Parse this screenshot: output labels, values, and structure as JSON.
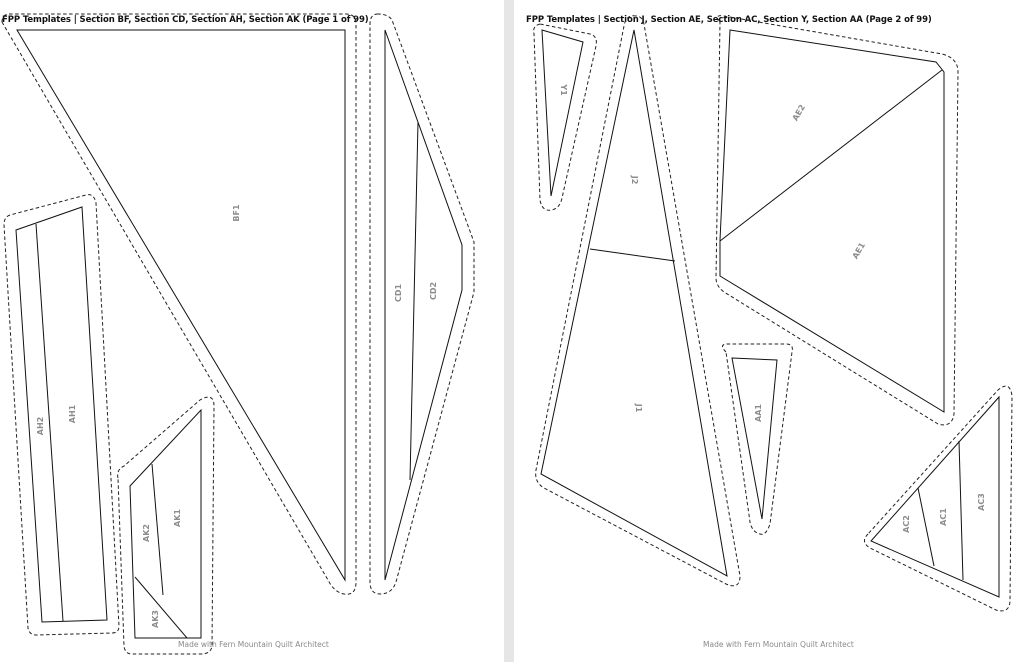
{
  "pages": [
    {
      "title": "FPP Templates | Section BF, Section CD, Section AH, Section AK (Page 1 of 99)",
      "footer": "Made with Fern Mountain Quilt Architect",
      "pieces": [
        "BF1",
        "CD1",
        "CD2",
        "AH2",
        "AH1",
        "AK2",
        "AK1",
        "AK3"
      ]
    },
    {
      "title": "FPP Templates | Section J, Section AE, Section AC, Section Y, Section AA (Page 2 of 99)",
      "footer": "Made with Fern Mountain Quilt Architect",
      "pieces": [
        "Y1",
        "J2",
        "J1",
        "AE2",
        "AE1",
        "AA1",
        "AC2",
        "AC1",
        "AC3"
      ]
    }
  ]
}
